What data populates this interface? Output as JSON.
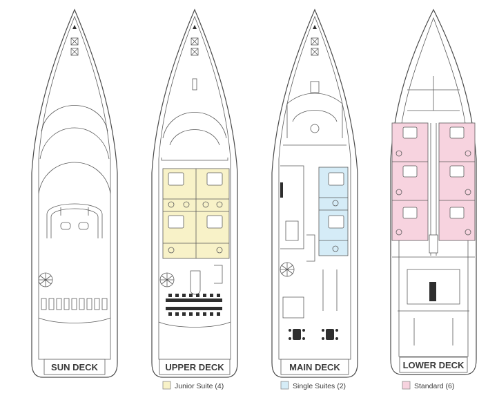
{
  "decks": [
    {
      "label": "SUN DECK"
    },
    {
      "label": "UPPER DECK"
    },
    {
      "label": "MAIN DECK"
    },
    {
      "label": "LOWER DECK"
    }
  ],
  "legend": [
    {
      "label": "Junior Suite (4)",
      "color": "#f8f2c8"
    },
    {
      "label": "Single Suites (2)",
      "color": "#d5ecf7"
    },
    {
      "label": "Standard (6)",
      "color": "#f7d3df"
    }
  ]
}
